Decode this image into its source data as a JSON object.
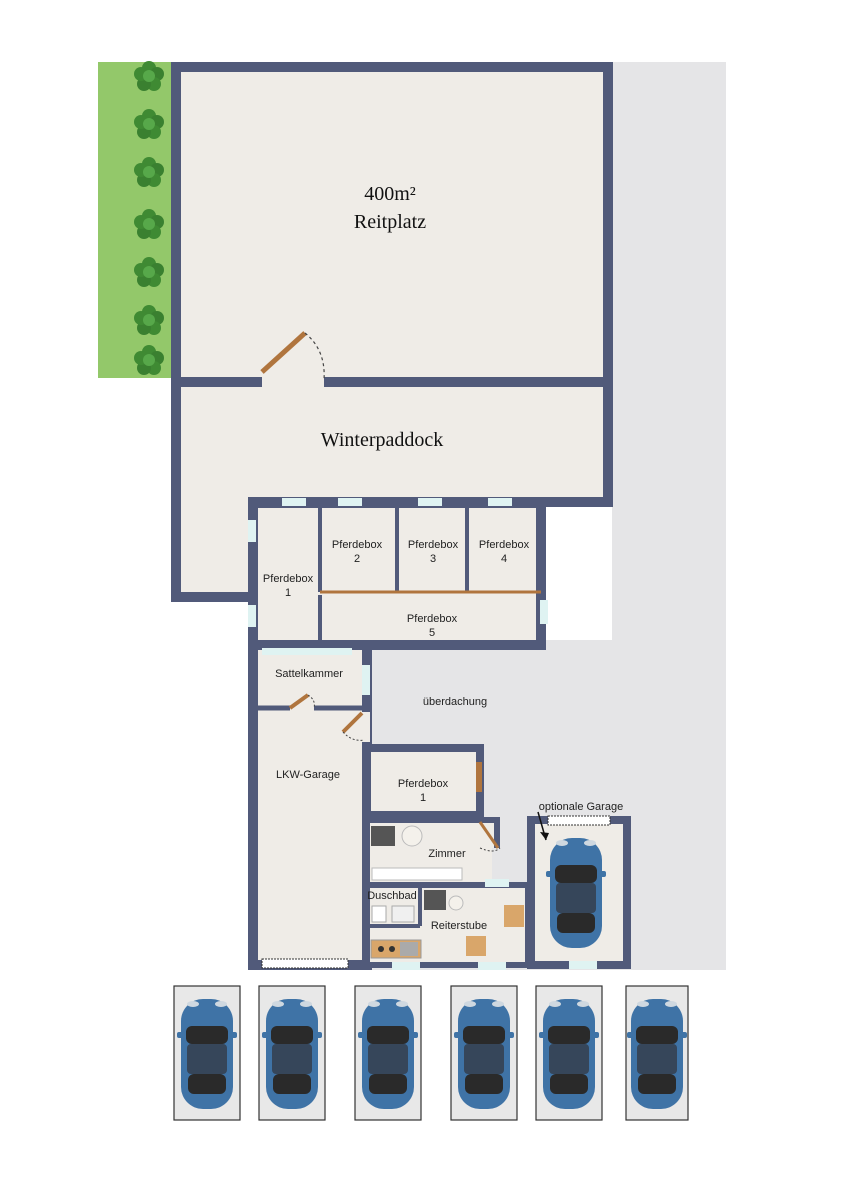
{
  "colors": {
    "wall": "#515a7a",
    "floor": "#efece7",
    "canopy": "#e5e5e7",
    "grass": "#93c86a",
    "door": "#b0753e",
    "window": "#dff3f2",
    "car_body": "#3f73a6",
    "car_window": "#2a2a2a",
    "parking_bg": "#e8e8e8"
  },
  "rooms": {
    "reitplatz": {
      "area": "400m²",
      "name": "Reitplatz"
    },
    "winterpaddock": {
      "name": "Winterpaddock"
    },
    "pferdebox_1": {
      "name": "Pferdebox",
      "number": "1"
    },
    "pferdebox_2": {
      "name": "Pferdebox",
      "number": "2"
    },
    "pferdebox_3": {
      "name": "Pferdebox",
      "number": "3"
    },
    "pferdebox_4": {
      "name": "Pferdebox",
      "number": "4"
    },
    "pferdebox_5": {
      "name": "Pferdebox",
      "number": "5"
    },
    "sattelkammer": {
      "name": "Sattelkammer"
    },
    "ueberdachung": {
      "name": "überdachung"
    },
    "lkw_garage": {
      "name": "LKW-Garage"
    },
    "pferdebox_small": {
      "name": "Pferdebox",
      "number": "1"
    },
    "zimmer": {
      "name": "Zimmer"
    },
    "duschbad": {
      "name": "Duschbad"
    },
    "reiterstube": {
      "name": "Reiterstube"
    },
    "optionale_garage": {
      "name": "optionale Garage"
    }
  },
  "icons": [
    "tree-icon",
    "door-icon",
    "car-icon",
    "window-icon",
    "arrow-icon",
    "stove-icon",
    "chair-icon"
  ],
  "parking_spaces": 6
}
